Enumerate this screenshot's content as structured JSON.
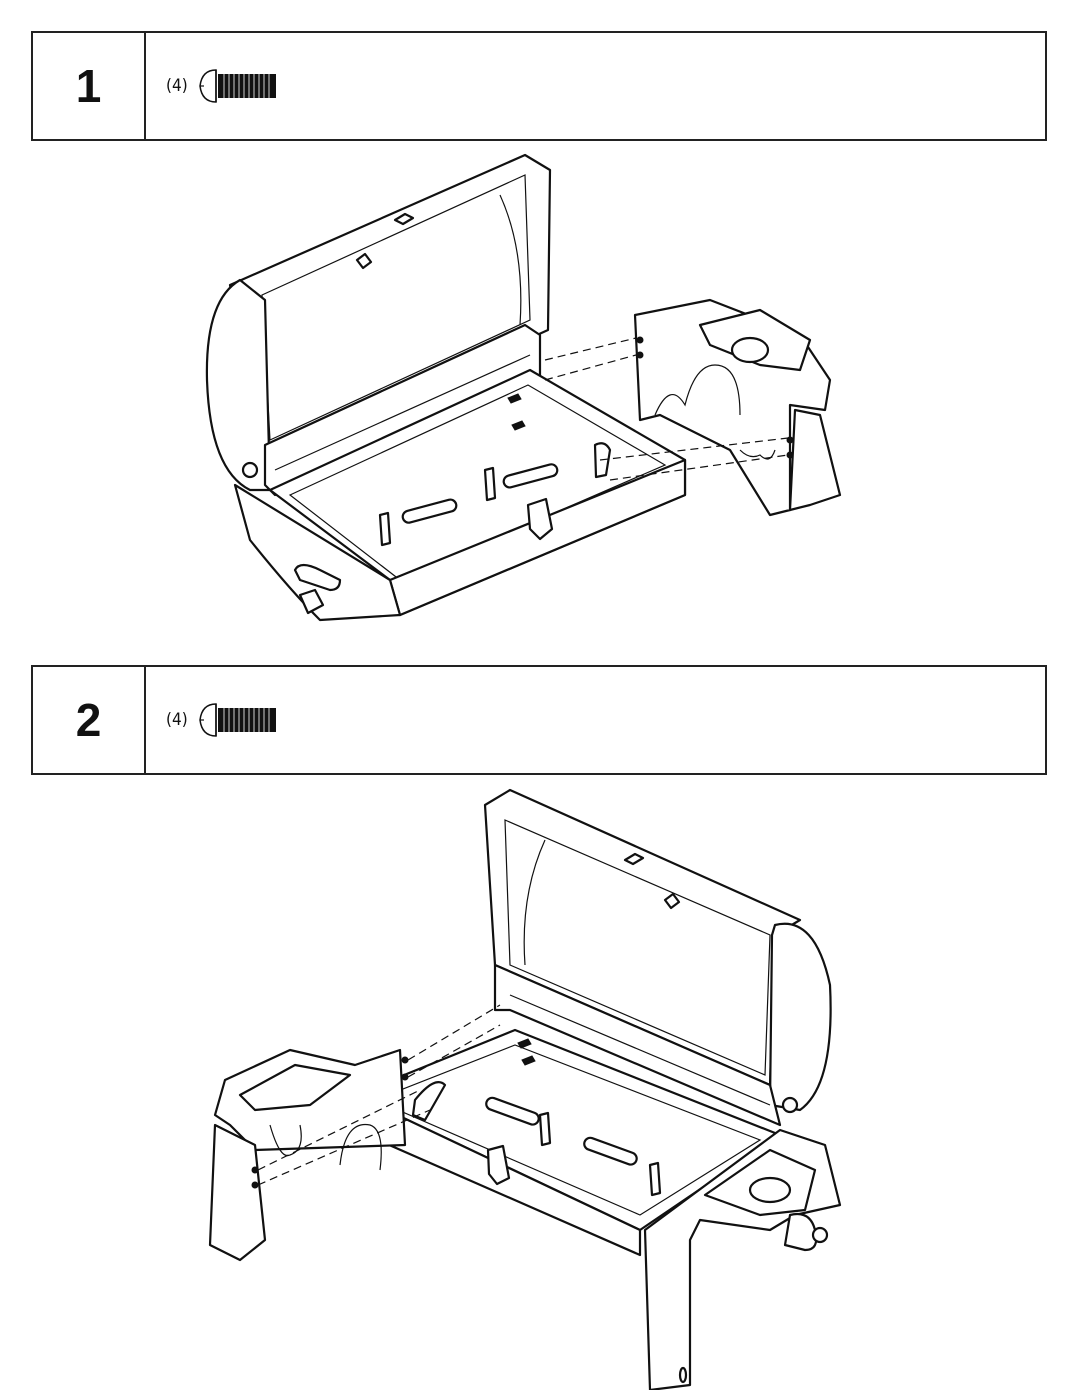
{
  "steps": [
    {
      "number": "1",
      "parts": [
        {
          "qty": "(4)",
          "icon": "screw-icon"
        }
      ]
    },
    {
      "number": "2",
      "parts": [
        {
          "qty": "(4)",
          "icon": "screw-icon"
        }
      ]
    }
  ]
}
